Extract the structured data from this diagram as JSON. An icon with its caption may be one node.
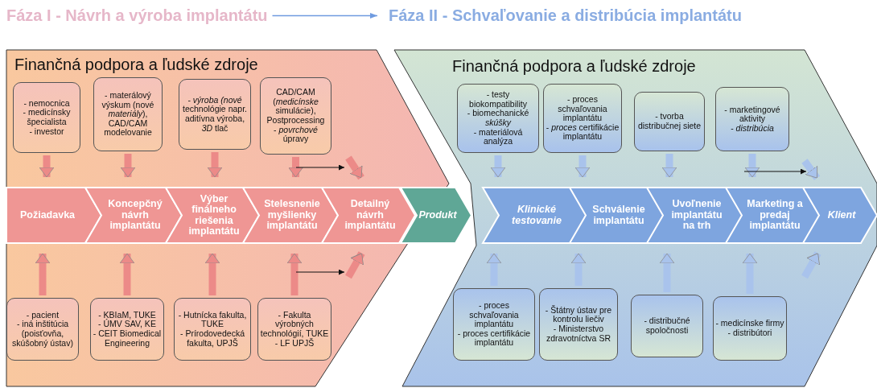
{
  "diagram": {
    "nodes": [
      {
        "text": [
          "Fáza I - Návrh a výroba implantátu"
        ]
      },
      {
        "text": [
          "Fáza II - Schvaľovanie a distribúcia implantátu"
        ]
      },
      {
        "text": [
          "Finančná podpora a ľudské zdroje"
        ]
      },
      {
        "text": [
          "Finančná podpora a ľudské zdroje"
        ]
      },
      {
        "text": [
          "- nemocnica",
          "- medicínsky špecialista",
          "- investor"
        ],
        "in": 2
      },
      {
        "text": [
          "- materálový výskum (nové *materiály*), CAD/CAM modelovanie"
        ],
        "in": 2
      },
      {
        "text": [
          "- *výroba (nové* technológie napr. aditívna výroba, *3D* tlač"
        ],
        "in": 2
      },
      {
        "text": [
          "CAD/CAM (*medicínske* simulácie), Postprocessing",
          "- *povrchové* úpravy"
        ],
        "in": 2
      },
      {
        "text": [
          "- pacient",
          "- iná inštitúcia (poisťovňa, skúšobný ústav)"
        ],
        "in": 2
      },
      {
        "text": [
          "- KBIaM, TUKE",
          "- ÚMV SAV, KE",
          "- CEIT Biomedical Engineering"
        ],
        "in": 2
      },
      {
        "text": [
          "- Hutnícka fakulta, TUKE",
          "- Prírodovedecká fakulta, UPJŠ"
        ],
        "in": 2
      },
      {
        "text": [
          "- Fakulta výrobných technológií, TUKE",
          "- LF UPJŠ"
        ],
        "in": 2
      },
      {
        "text": [
          "Požiadavka"
        ],
        "in": 2
      },
      {
        "text": [
          "Koncepčný návrh implantátu"
        ],
        "in": 2
      },
      {
        "text": [
          "Výber finálneho riešenia implantátu"
        ],
        "in": 2
      },
      {
        "text": [
          "Stelesnenie myšlienky implantátu"
        ],
        "in": 2
      },
      {
        "text": [
          "Detailný návrh implantátu"
        ],
        "in": 2
      },
      {
        "text": [
          "Produkt"
        ]
      },
      {
        "text": [
          "Klinické testovanie"
        ],
        "in": 3
      },
      {
        "text": [
          "Schválenie implantátu"
        ],
        "in": 3
      },
      {
        "text": [
          "Uvoľnenie implantátu na trh"
        ],
        "in": 3
      },
      {
        "text": [
          "Marketing a predaj implantátu"
        ],
        "in": 3
      },
      {
        "text": [
          "Klient"
        ],
        "in": 3
      },
      {
        "text": [
          "- testy biokompatibility",
          "- biomechanické *skúšky*",
          "- materiálová analýza"
        ],
        "in": 3
      },
      {
        "text": [
          "- proces schvaľovania implantátu",
          "- *proces* certifikácie implantátu"
        ],
        "in": 3
      },
      {
        "text": [
          "- tvorba distribučnej siete"
        ],
        "in": 3
      },
      {
        "text": [
          "- marketingové aktivity",
          "- *distribúcia*"
        ],
        "in": 3
      },
      {
        "text": [
          "- proces schvaľovania implantátu",
          "- proces certifikácie implantátu"
        ],
        "in": 3
      },
      {
        "text": [
          "- Štátny ústav pre kontrolu liečiv",
          "- Ministerstvo zdravotníctva SR"
        ],
        "in": 3
      },
      {
        "text": [
          "- distribučné spoločnosti"
        ],
        "in": 3
      },
      {
        "text": [
          "- medicínske firmy",
          "- distribútori"
        ],
        "in": 3
      }
    ],
    "edges": [
      {
        "from": 0,
        "to": 1,
        "arrow": "to",
        "color": "#6f9be0"
      },
      {
        "from": 4,
        "to": 12,
        "arrow": "to"
      },
      {
        "from": 5,
        "to": 13,
        "arrow": "to"
      },
      {
        "from": 6,
        "to": 14,
        "arrow": "to"
      },
      {
        "from": 7,
        "to": 15,
        "arrow": "to"
      },
      {
        "from": 8,
        "to": 12,
        "arrow": "to"
      },
      {
        "from": 9,
        "to": 13,
        "arrow": "to"
      },
      {
        "from": 10,
        "to": 14,
        "arrow": "to"
      },
      {
        "from": 11,
        "to": 15,
        "arrow": "to"
      },
      {
        "from": null,
        "to": 16,
        "arrow": "to"
      },
      {
        "from": null,
        "to": 16,
        "arrow": "to"
      },
      {
        "from": 23,
        "to": 18,
        "arrow": "to",
        "color": "#a9c3ec"
      },
      {
        "from": 24,
        "to": 19,
        "arrow": "to",
        "color": "#a9c3ec"
      },
      {
        "from": 25,
        "to": 20,
        "arrow": "to",
        "color": "#a9c3ec"
      },
      {
        "from": 26,
        "to": 21,
        "arrow": "to",
        "color": "#a9c3ec"
      },
      {
        "from": 27,
        "to": 18,
        "arrow": "to",
        "color": "#a9c3ec"
      },
      {
        "from": 28,
        "to": 19,
        "arrow": "to",
        "color": "#a9c3ec"
      },
      {
        "from": 29,
        "to": 20,
        "arrow": "to",
        "color": "#a9c3ec"
      },
      {
        "from": 30,
        "to": 21,
        "arrow": "to",
        "color": "#a9c3ec"
      },
      {
        "from": null,
        "to": 22,
        "arrow": "to",
        "color": "#a9c3ec"
      },
      {
        "from": null,
        "to": 22,
        "arrow": "to",
        "color": "#a9c3ec"
      }
    ]
  }
}
